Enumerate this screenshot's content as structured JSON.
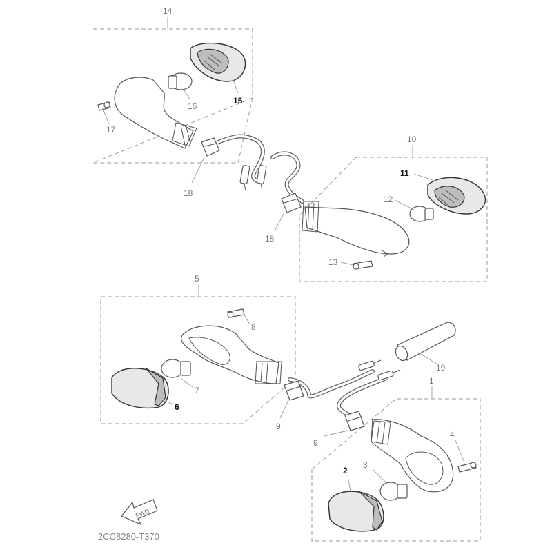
{
  "diagram": {
    "footer_code": "2CC8280-T370",
    "fwd_label": "FWD",
    "callouts": {
      "c1": "1",
      "c2": "2",
      "c3": "3",
      "c4": "4",
      "c5": "5",
      "c6": "6",
      "c7": "7",
      "c8": "8",
      "c9a": "9",
      "c9b": "9",
      "c10": "10",
      "c11": "11",
      "c12": "12",
      "c13": "13",
      "c14": "14",
      "c15": "15",
      "c16": "16",
      "c17": "17",
      "c18a": "18",
      "c18b": "18",
      "c19": "19"
    }
  }
}
